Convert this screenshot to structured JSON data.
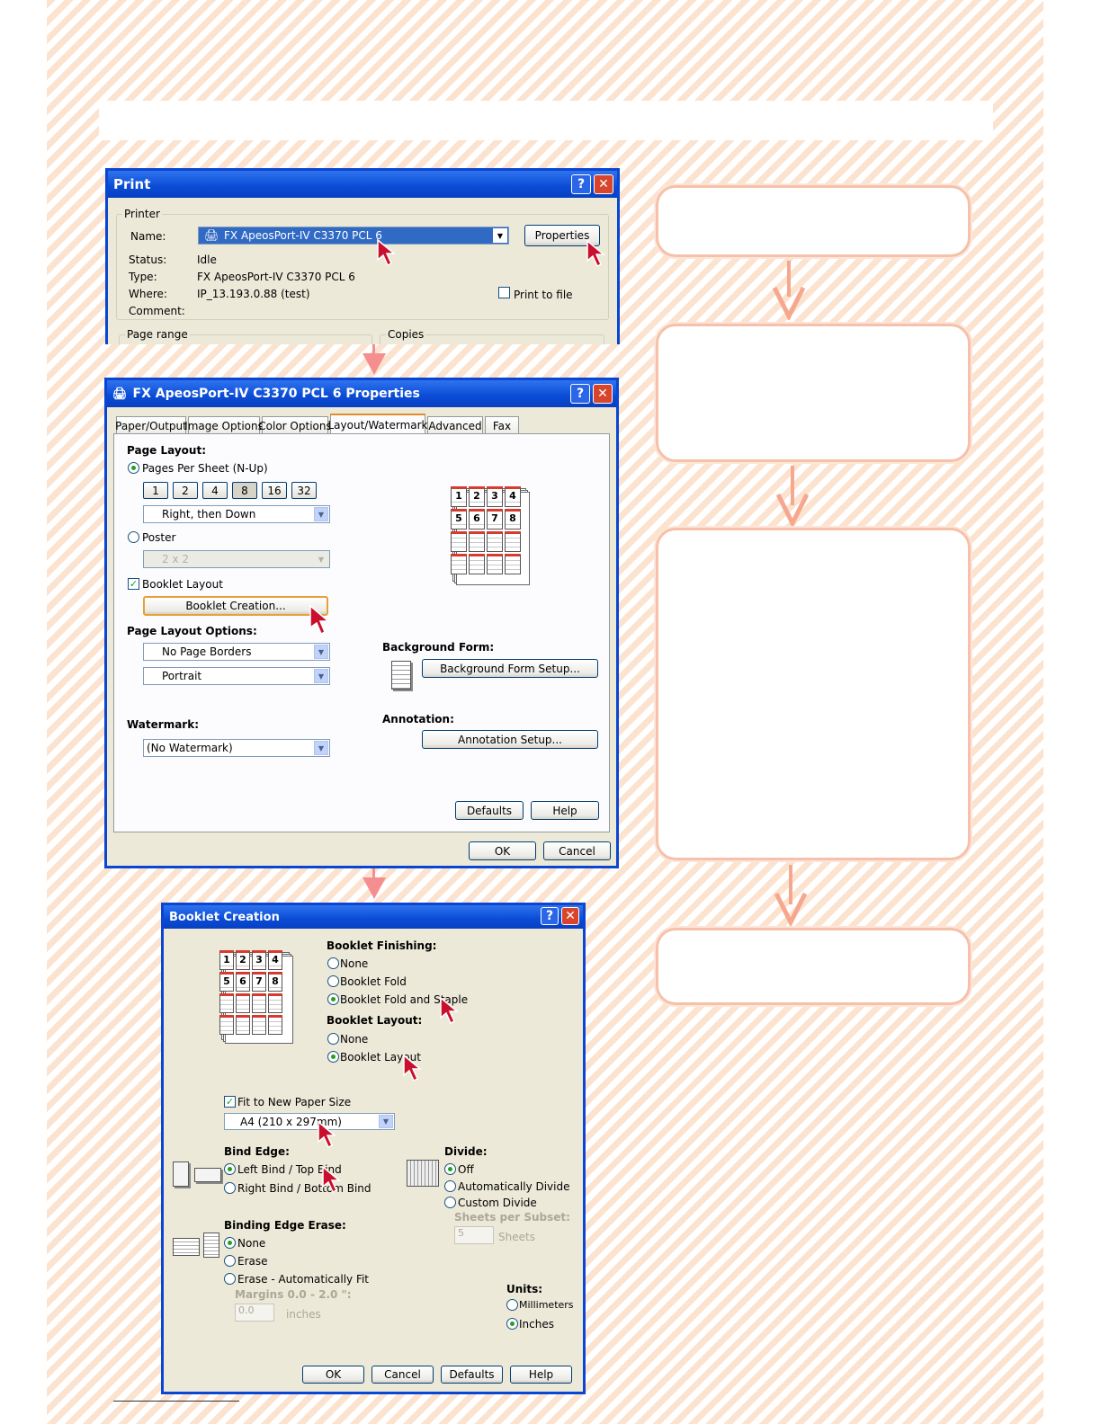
{
  "print_dialog": {
    "title": "Print",
    "help_btn": "?",
    "close_btn": "✕",
    "printer_group": "Printer",
    "name_label": "Name:",
    "name_value": "FX ApeosPort-IV C3370 PCL 6",
    "properties_btn": "Properties",
    "status_label": "Status:",
    "status_value": "Idle",
    "type_label": "Type:",
    "type_value": "FX ApeosPort-IV C3370 PCL 6",
    "where_label": "Where:",
    "where_value": "IP_13.193.0.88 (test)",
    "comment_label": "Comment:",
    "print_to_file": "Print to file",
    "page_range_group": "Page range",
    "copies_group": "Copies"
  },
  "properties_dialog": {
    "title": "FX ApeosPort-IV C3370 PCL 6 Properties",
    "tabs": [
      "Paper/Output",
      "Image Options",
      "Color Options",
      "Layout/Watermark",
      "Advanced",
      "Fax"
    ],
    "active_tab": "Layout/Watermark",
    "page_layout_heading": "Page Layout:",
    "pages_per_sheet": "Pages Per Sheet (N-Up)",
    "nup_buttons": [
      "1",
      "2",
      "4",
      "8",
      "16",
      "32"
    ],
    "nup_selected": "8",
    "order_select": "Right, then Down",
    "poster": "Poster",
    "poster_select": "2 x 2",
    "booklet_layout": "Booklet Layout",
    "booklet_creation_btn": "Booklet Creation...",
    "page_layout_options_heading": "Page Layout Options:",
    "borders_select": "No Page Borders",
    "orientation_select": "Portrait",
    "watermark_heading": "Watermark:",
    "watermark_select": "(No Watermark)",
    "background_form_heading": "Background Form:",
    "background_form_btn": "Background Form Setup...",
    "annotation_heading": "Annotation:",
    "annotation_btn": "Annotation Setup...",
    "defaults_btn": "Defaults",
    "help_btn": "Help",
    "ok_btn": "OK",
    "cancel_btn": "Cancel",
    "preview_numbers": [
      "1",
      "2",
      "3",
      "4",
      "5",
      "6",
      "7",
      "8"
    ]
  },
  "booklet_dialog": {
    "title": "Booklet Creation",
    "finishing_heading": "Booklet Finishing:",
    "finishing_none": "None",
    "finishing_fold": "Booklet Fold",
    "finishing_fold_staple": "Booklet Fold and Staple",
    "layout_heading": "Booklet Layout:",
    "layout_none": "None",
    "layout_booklet": "Booklet Layout",
    "fit_to_paper": "Fit to New Paper Size",
    "paper_size_select": "A4 (210 x 297mm)",
    "bind_edge_heading": "Bind Edge:",
    "bind_left": "Left Bind / Top Bind",
    "bind_right": "Right Bind / Bottom Bind",
    "divide_heading": "Divide:",
    "divide_off": "Off",
    "divide_auto": "Automatically Divide",
    "divide_custom": "Custom Divide",
    "sheets_per_subset": "Sheets per Subset:",
    "sheets_value": "5",
    "sheets_unit": "Sheets",
    "binding_erase_heading": "Binding Edge Erase:",
    "erase_none": "None",
    "erase": "Erase",
    "erase_auto": "Erase - Automatically Fit",
    "margins_label": "Margins 0.0 - 2.0 \":",
    "margins_value": "0.0",
    "margins_unit": "inches",
    "units_heading": "Units:",
    "units_mm": "Millimeters",
    "units_in": "Inches",
    "ok_btn": "OK",
    "cancel_btn": "Cancel",
    "defaults_btn": "Defaults",
    "help_btn": "Help",
    "preview_numbers": [
      "1",
      "2",
      "3",
      "4",
      "5",
      "6",
      "7",
      "8"
    ]
  },
  "colors": {
    "arrow": "#f58f8f",
    "flow_border": "#f6c1a8",
    "flow_arrow": "#f5a88e",
    "xp_blue": "#0a46d2",
    "dialog_bg": "#ece9d8"
  }
}
